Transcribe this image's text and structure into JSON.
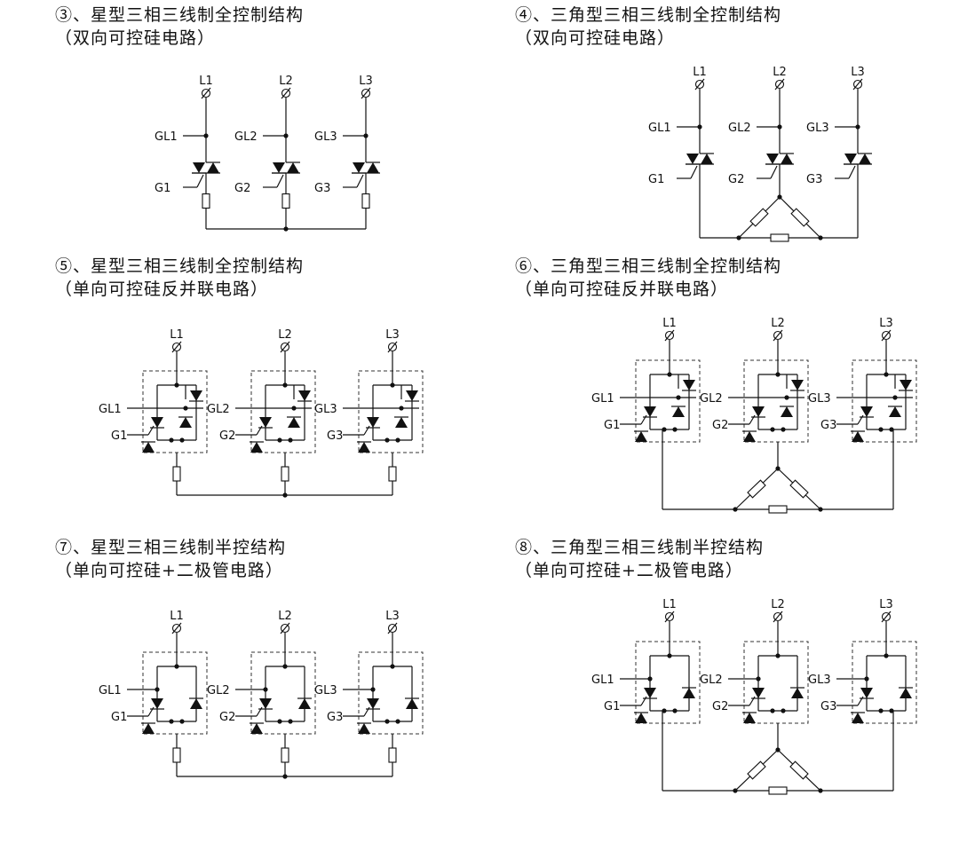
{
  "panels": [
    {
      "id": "p3",
      "title": "③、星型三相三线制全控制结构",
      "subtitle": "（双向可控硅电路）",
      "kind": "bidir",
      "topo": "star"
    },
    {
      "id": "p4",
      "title": "④、三角型三相三线制全控制结构",
      "subtitle": "（双向可控硅电路）",
      "kind": "bidir",
      "topo": "delta"
    },
    {
      "id": "p5",
      "title": "⑤、星型三相三线制全控制结构",
      "subtitle": "（单向可控硅反并联电路）",
      "kind": "antiparallel",
      "topo": "star"
    },
    {
      "id": "p6",
      "title": "⑥、三角型三相三线制全控制结构",
      "subtitle": "（单向可控硅反并联电路）",
      "kind": "antiparallel",
      "topo": "delta"
    },
    {
      "id": "p7",
      "title": "⑦、星型三相三线制半控结构",
      "subtitle": "（单向可控硅+二极管电路）",
      "kind": "halfctrl",
      "topo": "star"
    },
    {
      "id": "p8",
      "title": "⑧、三角型三相三线制半控结构",
      "subtitle": "（单向可控硅+二极管电路）",
      "kind": "halfctrl",
      "topo": "delta"
    }
  ],
  "labels": {
    "lines": [
      "L1",
      "L2",
      "L3"
    ],
    "gl": [
      "GL1",
      "GL2",
      "GL3"
    ],
    "g": [
      "G1",
      "G2",
      "G3"
    ],
    "terminal_symbol": "∅"
  }
}
